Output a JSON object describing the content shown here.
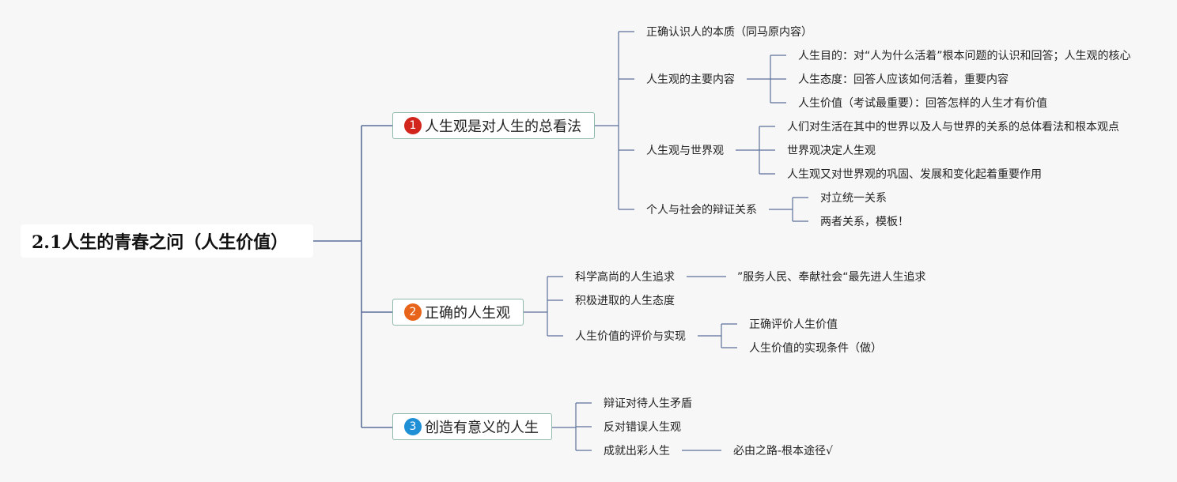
{
  "root": {
    "label": "2.1人生的青春之问（人生价值）"
  },
  "branches": [
    {
      "num": "1",
      "label": "人生观是对人生的总看法",
      "color": "#d2261c",
      "children": [
        {
          "label": "正确认识人的本质（同马原内容）"
        },
        {
          "label": "人生观的主要内容",
          "children": [
            "人生目的：对“人为什么活着”根本问题的认识和回答；人生观的核心",
            "人生态度：回答人应该如何活着，重要内容",
            "人生价值（考试最重要）：回答怎样的人生才有价值"
          ]
        },
        {
          "label": "人生观与世界观",
          "children": [
            "人们对生活在其中的世界以及人与世界的关系的总体看法和根本观点",
            "世界观决定人生观",
            "人生观又对世界观的巩固、发展和变化起着重要作用"
          ]
        },
        {
          "label": "个人与社会的辩证关系",
          "children": [
            "对立统一关系",
            "两者关系，模板！"
          ]
        }
      ]
    },
    {
      "num": "2",
      "label": "正确的人生观",
      "color": "#e8641b",
      "children": [
        {
          "label": "科学高尚的人生追求",
          "children": [
            "”服务人民、奉献社会“最先进人生追求"
          ]
        },
        {
          "label": "积极进取的人生态度"
        },
        {
          "label": "人生价值的评价与实现",
          "children": [
            "正确评价人生价值",
            "人生价值的实现条件（做）"
          ]
        }
      ]
    },
    {
      "num": "3",
      "label": "创造有意义的人生",
      "color": "#1f8fd6",
      "children": [
        {
          "label": "辩证对待人生矛盾"
        },
        {
          "label": "反对错误人生观"
        },
        {
          "label": "成就出彩人生",
          "children": [
            "必由之路-根本途径√"
          ]
        }
      ]
    }
  ],
  "colors": {
    "line": "#5b6f9a",
    "branch_border": "#8fb9a8",
    "background": "#f7f7f7"
  }
}
